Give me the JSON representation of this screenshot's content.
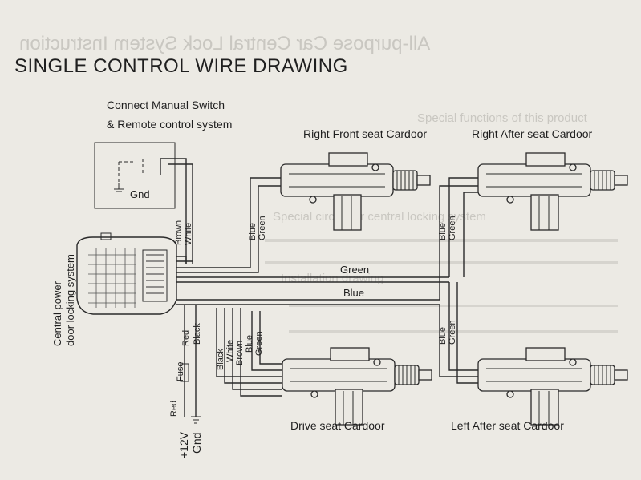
{
  "title": "SINGLE CONTROL WIRE DRAWING",
  "labels": {
    "switch_caption_1": "Connect Manual Switch",
    "switch_caption_2": "& Remote control system",
    "switch_gnd": "Gnd",
    "control_unit_1": "Central power",
    "control_unit_2": "door locking system",
    "right_front": "Right Front seat Cardoor",
    "right_after": "Right After seat Cardoor",
    "drive_seat": "Drive  seat  Cardoor",
    "left_after": "Left After seat  Cardoor",
    "bus_green": "Green",
    "bus_blue": "Blue",
    "brown": "Brown",
    "white": "White",
    "blue": "Blue",
    "green": "Green",
    "red": "Red",
    "black": "Black",
    "fuse": "Fuse",
    "power": "+12V",
    "gnd": "Gnd"
  },
  "actuators": [
    {
      "id": "right-front"
    },
    {
      "id": "right-after"
    },
    {
      "id": "drive-seat"
    },
    {
      "id": "left-after"
    }
  ]
}
